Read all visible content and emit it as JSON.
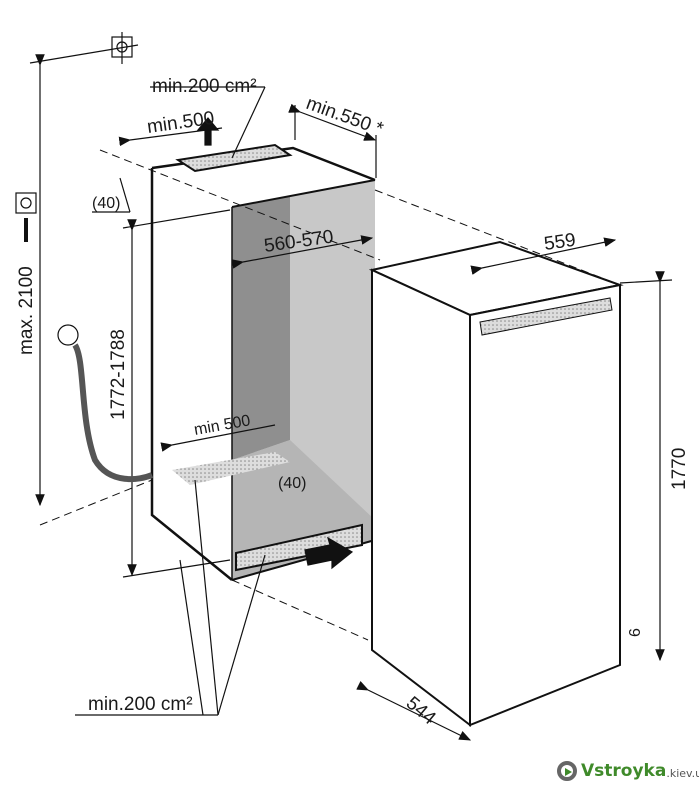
{
  "labels": {
    "top_vent": "min.200 cm²",
    "top_width": "min.500",
    "depth_min": "min.550 *",
    "top_gap": "(40)",
    "niche_width": "560-570",
    "appliance_width": "559",
    "max_height": "max. 2100",
    "niche_height": "1772-1788",
    "bottom_width": "min 500",
    "bottom_gap": "(40)",
    "appliance_height": "1770",
    "plinth": "6",
    "appliance_depth": "544",
    "bottom_vent": "min.200 cm²"
  },
  "watermark": {
    "brand": "Vstroyka",
    "domain": ".kiev.ua"
  },
  "colors": {
    "interior_light": "#c8c8c8",
    "interior_dark": "#8f8f8f",
    "watermark_green": "#3f8a2a"
  }
}
